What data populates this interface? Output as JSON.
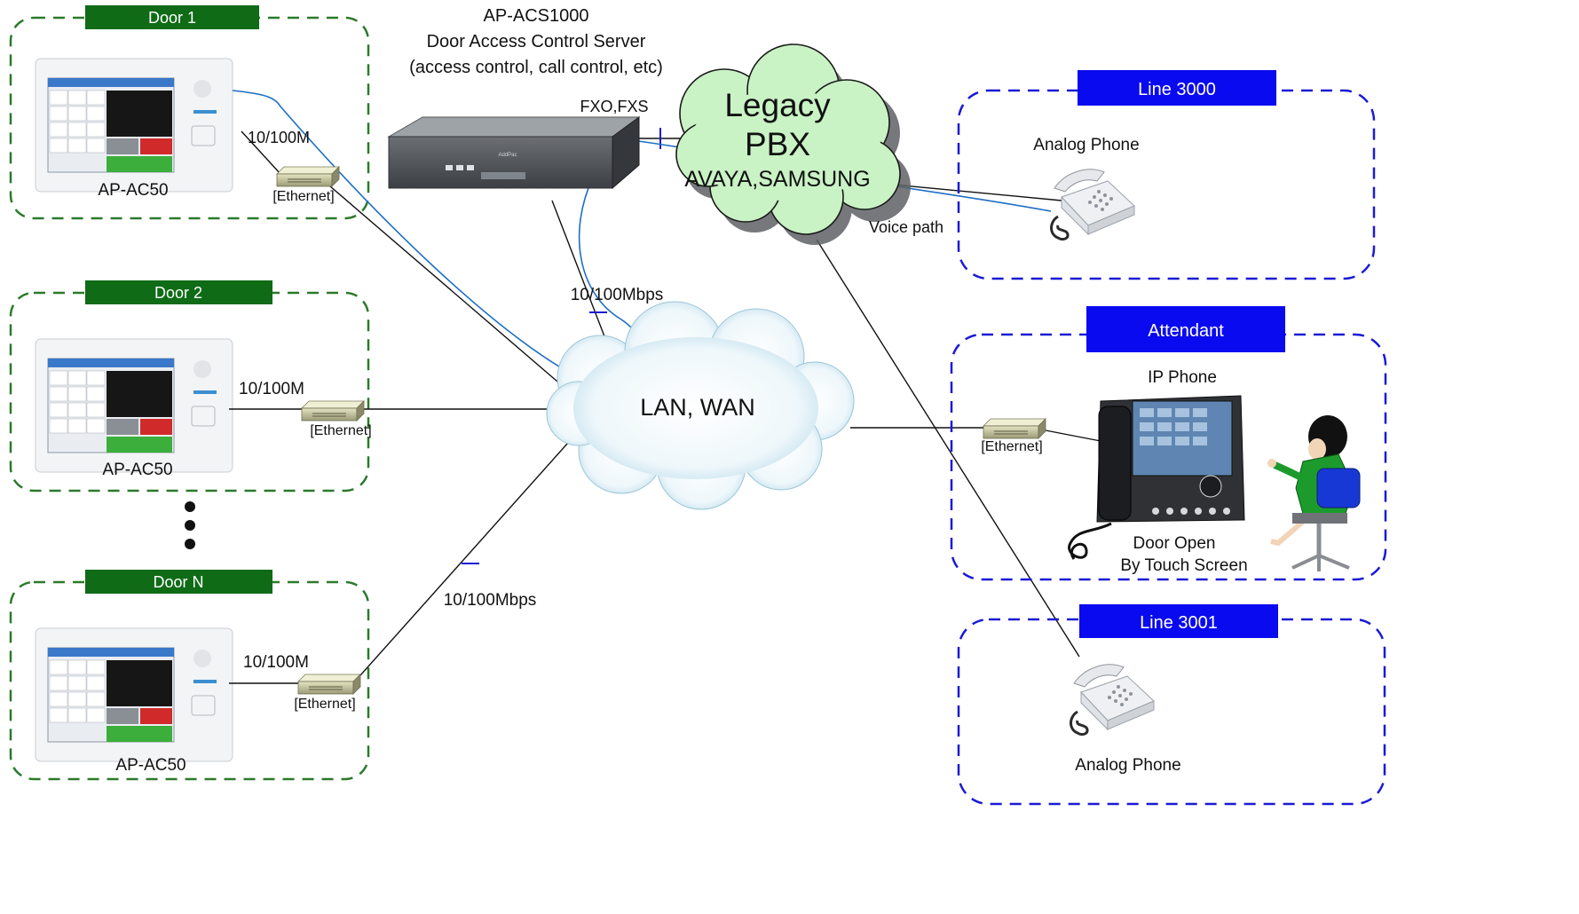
{
  "server": {
    "title_line1": "AP-ACS1000",
    "title_line2": "Door Access Control Server",
    "title_line3": "(access control, call control, etc)",
    "ports_label": "FXO,FXS",
    "uplink_speed": "10/100Mbps"
  },
  "pbx": {
    "line1": "Legacy",
    "line2": "PBX",
    "line3": "AVAYA,SAMSUNG",
    "voice_path_label": "Voice path",
    "fill_color": "#c9f2c5"
  },
  "network": {
    "label": "LAN, WAN",
    "door_n_uplink_speed": "10/100Mbps"
  },
  "doors": [
    {
      "tag": "Door 1",
      "device": "AP-AC50",
      "speed": "10/100M",
      "switch": "[Ethernet]"
    },
    {
      "tag": "Door 2",
      "device": "AP-AC50",
      "speed": "10/100M",
      "switch": "[Ethernet]"
    },
    {
      "tag": "Door N",
      "device": "AP-AC50",
      "speed": "10/100M",
      "switch": "[Ethernet]"
    }
  ],
  "lines": {
    "line3000": {
      "tag": "Line 3000",
      "phone": "Analog  Phone"
    },
    "line3001": {
      "tag": "Line 3001",
      "phone": "Analog Phone"
    }
  },
  "attendant": {
    "tag": "Attendant",
    "phone": "IP Phone",
    "switch": "[Ethernet]",
    "note_line1": "Door Open",
    "note_line2": "By Touch Screen"
  },
  "colors": {
    "door_group": "#2b7a2b",
    "door_tag": "#0f6b16",
    "line_group": "#1a1ad6",
    "line_tag": "#0a0af0",
    "voice_path": "#1f6fc4"
  },
  "icons": [
    "door-terminal-icon",
    "ethernet-switch-icon",
    "server-icon",
    "cloud-icon",
    "analog-phone-icon",
    "ip-phone-icon",
    "person-icon"
  ]
}
